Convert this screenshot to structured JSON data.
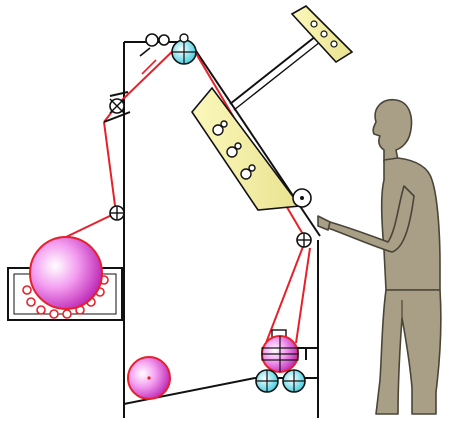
{
  "diagram": {
    "kind": "fabric inspection machine schematic",
    "colors": {
      "frame": "#111111",
      "fabric_path": "#e8202a",
      "batch_roll": "#e040d0",
      "roller_cyan": "#4dd6e6",
      "lamp_panel": "#f2ee9a",
      "operator": "#a89f86",
      "operator_outline": "#4a4538"
    },
    "parts": [
      "machine-frame",
      "fabric-path",
      "unwind-batch-roll",
      "batch-cradle",
      "top-roller",
      "guide-rollers",
      "inspection-lamp-panel",
      "overhead-lamp",
      "measuring-wheel",
      "rewind-roll",
      "drive-rollers",
      "small-roll",
      "operator"
    ]
  }
}
